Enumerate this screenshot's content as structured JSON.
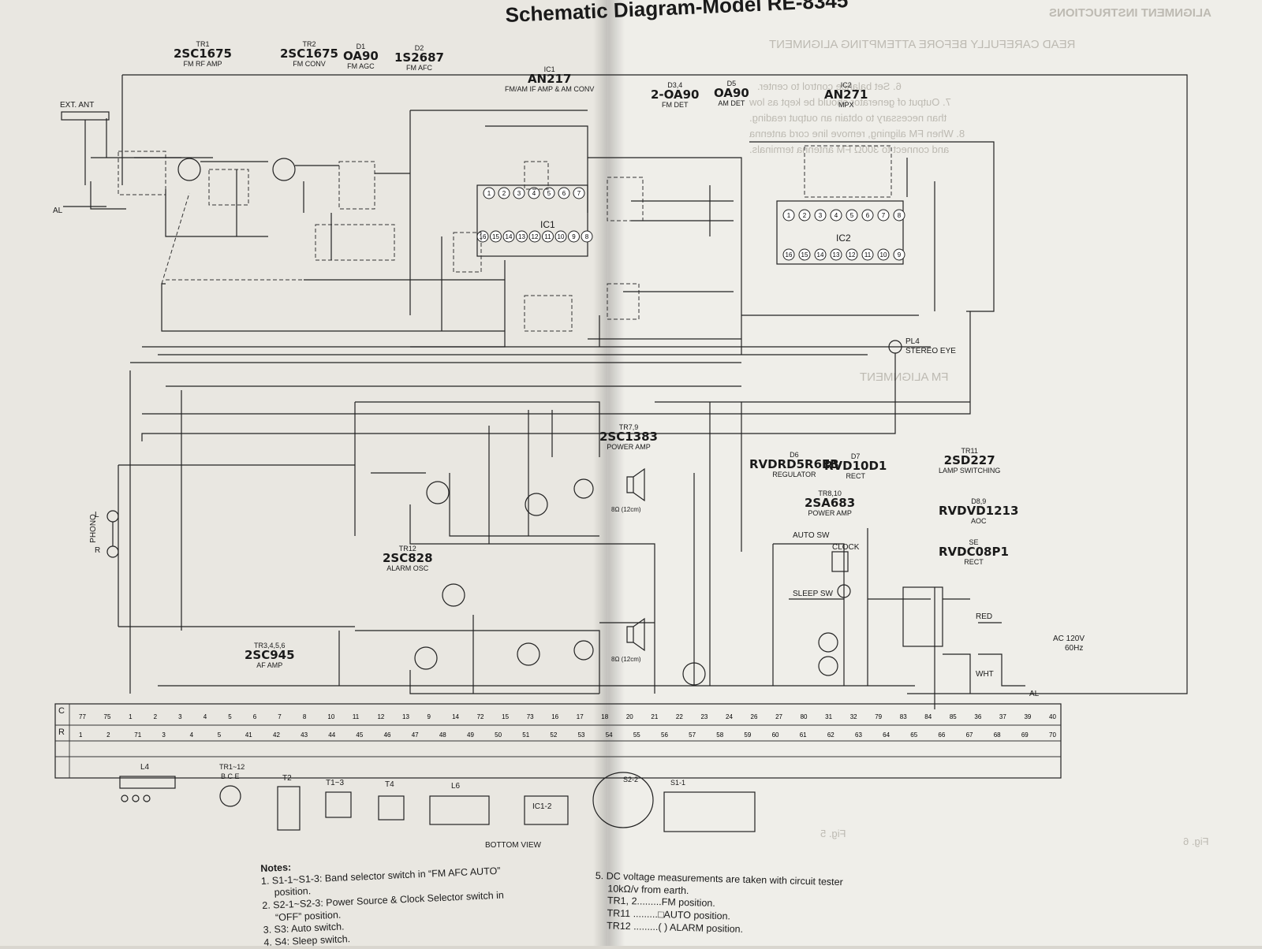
{
  "title": "Schematic Diagram-Model RE-8345",
  "right_page_mirrored": {
    "header": "ALIGNMENT INSTRUCTIONS",
    "subheader": "READ CAREFULLY BEFORE ATTEMPTING ALIGNMENT",
    "para1": "6. Set balance control to center.",
    "para2": "7. Output of generator should be kept as low",
    "para3": "than necessary to obtain an output reading.",
    "para4": "8. When FM aligning, remove line cord antenna",
    "para5": "and connect to 300Ω FM antenna terminals.",
    "section": "FM ALIGNMENT",
    "fig1": "Fig. 5",
    "fig2": "Fig. 6"
  },
  "parts": {
    "tr1": {
      "ref": "TR1",
      "part": "2SC1675",
      "func": "FM RF AMP"
    },
    "tr2": {
      "ref": "TR2",
      "part": "2SC1675",
      "func": "FM CONV"
    },
    "d1": {
      "ref": "D1",
      "part": "OA90",
      "func": "FM AGC"
    },
    "d2": {
      "ref": "D2",
      "part": "1S2687",
      "func": "FM AFC"
    },
    "ic1": {
      "ref": "IC1",
      "part": "AN217",
      "func": "FM/AM IF AMP & AM CONV"
    },
    "d34": {
      "ref": "D3,4",
      "part": "2-OA90",
      "func": "FM DET"
    },
    "d5": {
      "ref": "D5",
      "part": "OA90",
      "func": "AM DET"
    },
    "ic2": {
      "ref": "IC2",
      "part": "AN271",
      "func": "MPX"
    },
    "tr9": {
      "ref": "TR7,9",
      "part": "2SC1383",
      "func": "POWER AMP"
    },
    "d6": {
      "ref": "D6",
      "part": "RVDRD5R6EB",
      "func": "REGULATOR"
    },
    "d7": {
      "ref": "D7",
      "part": "RVD10D1",
      "func": "RECT"
    },
    "tr11": {
      "ref": "TR11",
      "part": "2SD227",
      "func": "LAMP SWITCHING"
    },
    "tr810": {
      "ref": "TR8,10",
      "part": "2SA683",
      "func": "POWER AMP"
    },
    "d89": {
      "ref": "D8,9",
      "part": "RVDVD1213",
      "func": "AOC"
    },
    "se": {
      "ref": "SE",
      "part": "RVDC08P1",
      "func": "RECT"
    },
    "tr12": {
      "ref": "TR12",
      "part": "2SC828",
      "func": "ALARM OSC"
    },
    "tr345": {
      "ref": "TR3,4,5,6",
      "part": "2SC945",
      "func": "AF AMP"
    }
  },
  "labels": {
    "ext_ant": "EXT. ANT",
    "al_left": "AL",
    "al_right": "AL",
    "phono": "PHONO",
    "phono_l": "L",
    "phono_r": "R",
    "stereo_eye": "STEREO EYE",
    "pl4": "PL4",
    "auto_sw": "AUTO SW",
    "clock": "CLOCK",
    "sleep_sw": "SLEEP SW",
    "red": "RED",
    "wht": "WHT",
    "ac": "AC 120V",
    "hz": "60Hz",
    "bottom_view": "BOTTOM VIEW",
    "speaker1": "8Ω (12cm)",
    "speaker2": "8Ω (12cm)",
    "c_row": "C",
    "r_row": "R",
    "l4": "L4",
    "tr_pins": "TR1~12",
    "bce": "B C E",
    "t2": "T2",
    "t13": "T1~3",
    "t4": "T4",
    "l6": "L6",
    "ic12": "IC1-2",
    "s2": "S2-2",
    "s1": "S1-1",
    "ic1_block": "IC1",
    "ic2_block": "IC2"
  },
  "ic1_pins_top": [
    "1",
    "2",
    "3",
    "4",
    "5",
    "6",
    "7"
  ],
  "ic1_pins_bottom": [
    "16",
    "15",
    "14",
    "13",
    "12",
    "11",
    "10",
    "9",
    "8"
  ],
  "ic2_pins_top": [
    "1",
    "2",
    "3",
    "4",
    "5",
    "6",
    "7",
    "8"
  ],
  "ic2_pins_bottom": [
    "16",
    "15",
    "14",
    "13",
    "12",
    "11",
    "10",
    "9"
  ],
  "notes": {
    "title": "Notes:",
    "n1": "1. S1-1~S1-3: Band selector switch in “FM AFC AUTO”",
    "n1b": "position.",
    "n2": "2. S2-1~S2-3: Power Source & Clock Selector switch in",
    "n2b": "“OFF” position.",
    "n3": "3. S3: Auto switch.",
    "n4": "4. S4: Sleep switch.",
    "n5": "5. DC voltage measurements are taken with circuit tester",
    "n5b": "10kΩ/v from earth.",
    "n5c": "TR1, 2.........FM position.",
    "n5d": "TR11 .........□AUTO position.",
    "n5e": "TR12 .........( ) ALARM position."
  },
  "scale_c": [
    "77",
    "75",
    "1",
    "2",
    "3",
    "4",
    "5",
    "6",
    "7",
    "8",
    "10",
    "11",
    "12",
    "13",
    "9",
    "14",
    "72",
    "15",
    "73",
    "16",
    "17",
    "18",
    "20",
    "21",
    "22",
    "23",
    "24",
    "26",
    "27",
    "80",
    "31",
    "32",
    "79",
    "83",
    "84",
    "85",
    "36",
    "37",
    "39",
    "40"
  ],
  "scale_r": [
    "1",
    "2",
    "71",
    "3",
    "4",
    "5",
    "41",
    "42",
    "43",
    "44",
    "45",
    "46",
    "47",
    "48",
    "49",
    "50",
    "51",
    "52",
    "53",
    "54",
    "55",
    "56",
    "57",
    "58",
    "59",
    "60",
    "61",
    "62",
    "63",
    "64",
    "65",
    "66",
    "67",
    "68",
    "69",
    "70"
  ]
}
